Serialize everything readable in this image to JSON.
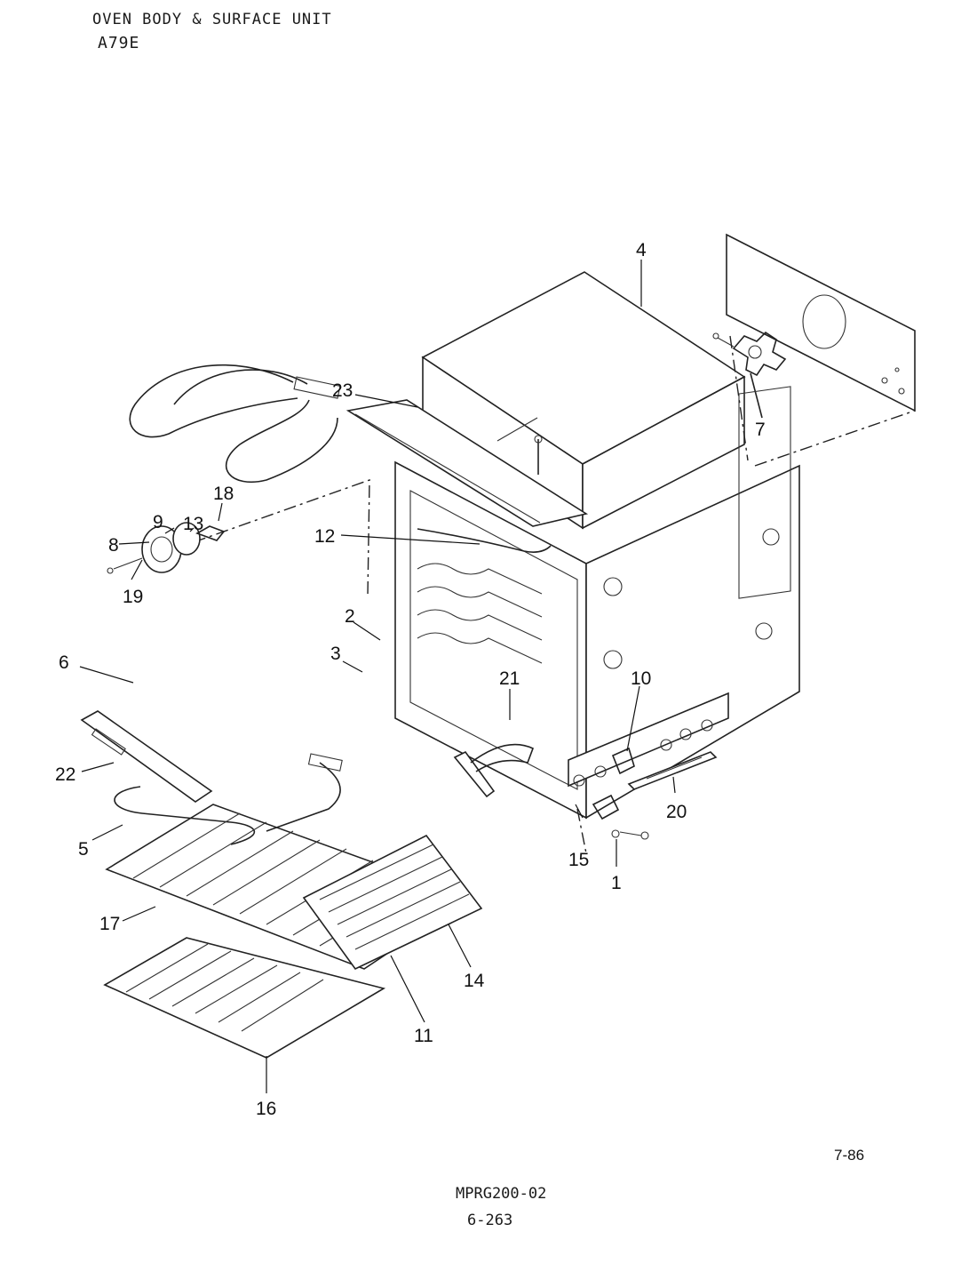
{
  "header": {
    "title": "OVEN BODY & SURFACE UNIT",
    "model": "A79E"
  },
  "footer": {
    "date_code": "7-86",
    "doc_number": "MPRG200-02",
    "page_number": "6-263"
  },
  "callouts": {
    "c1": "1",
    "c2": "2",
    "c3": "3",
    "c4": "4",
    "c5": "5",
    "c6": "6",
    "c7": "7",
    "c8": "8",
    "c9": "9",
    "c10": "10",
    "c11": "11",
    "c12": "12",
    "c13": "13",
    "c14": "14",
    "c15": "15",
    "c16": "16",
    "c17": "17",
    "c18": "18",
    "c19": "19",
    "c20": "20",
    "c21": "21",
    "c22": "22",
    "c23": "23"
  }
}
